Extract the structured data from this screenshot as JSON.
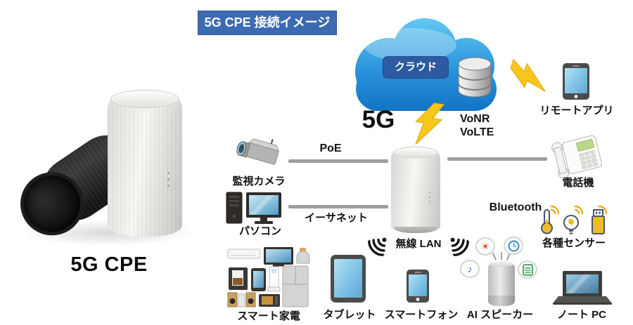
{
  "title": "5G CPE 接続イメージ",
  "product": {
    "name": "5G CPE"
  },
  "cloud": {
    "label": "クラウド"
  },
  "network": {
    "g5": "5G",
    "vonr": "VoNR",
    "volte": "VoLTE"
  },
  "links": {
    "poe": "PoE",
    "ethernet": "イーサネット",
    "bluetooth": "Bluetooth",
    "wlan": "無線 LAN"
  },
  "devices": {
    "remote_app": "リモートアプリ",
    "camera": "監視カメラ",
    "pc": "パソコン",
    "phone": "電話機",
    "sensors": "各種センサー",
    "appliances": "スマート家電",
    "tablet": "タブレット",
    "smartphone": "スマートフォン",
    "ai_speaker": "AI スピーカー",
    "laptop": "ノート PC"
  },
  "icons": {
    "music_note": "♪",
    "sun": "☀"
  },
  "colors": {
    "title_bg": "#3d6bb2",
    "cloud_top": "#62c9f2",
    "cloud_bottom": "#1272c4",
    "cloud_badge_bg": "#2d5aa0",
    "lightning": "#f6c61b",
    "line": "#9d9d9d",
    "screen_blue": "#7fc2e5",
    "sensor_yellow": "#eebc2a"
  }
}
